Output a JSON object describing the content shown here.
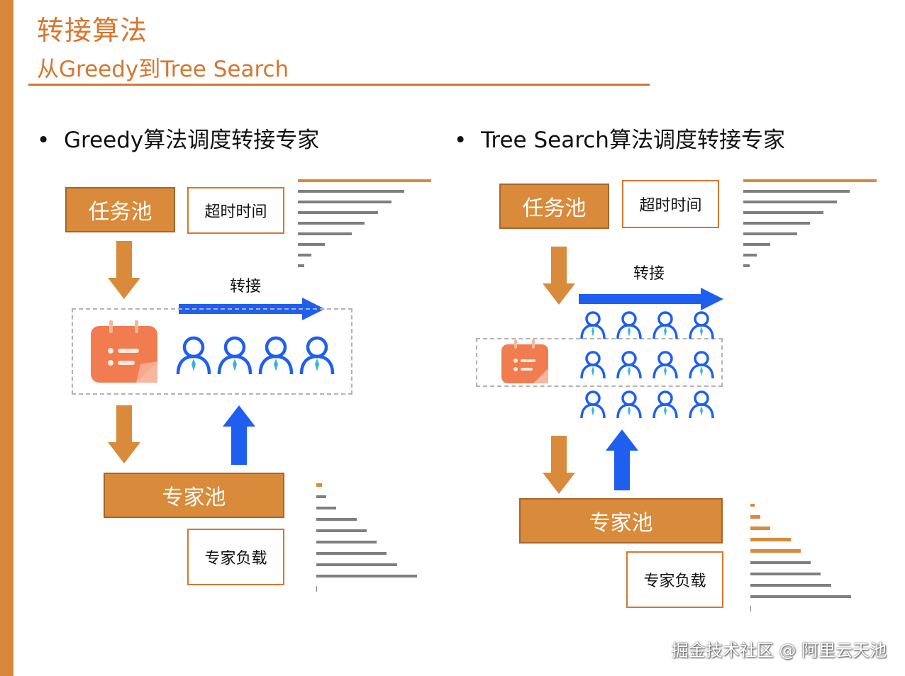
{
  "header": {
    "title": "转接算法",
    "subtitle": "从Greedy到Tree Search"
  },
  "left": {
    "heading": "Greedy算法调度转接专家",
    "task_pool": "任务池",
    "timeout": "超时时间",
    "transfer": "转接",
    "expert_pool": "专家池",
    "expert_load": "专家负载"
  },
  "right": {
    "heading": "Tree Search算法调度转接专家",
    "task_pool": "任务池",
    "timeout": "超时时间",
    "transfer": "转接",
    "expert_pool": "专家池",
    "expert_load": "专家负载"
  },
  "watermark": "掘金技术社区 @ 阿里云天池",
  "colors": {
    "accent": "#d98a3a",
    "arrow_orange": "#d98a3a",
    "arrow_blue": "#1f5ff0",
    "bar_gray": "#7f7f7f"
  },
  "icons": [
    "calendar-task-icon",
    "person-icon",
    "down-arrow-icon",
    "up-arrow-icon",
    "right-arrow-icon"
  ]
}
